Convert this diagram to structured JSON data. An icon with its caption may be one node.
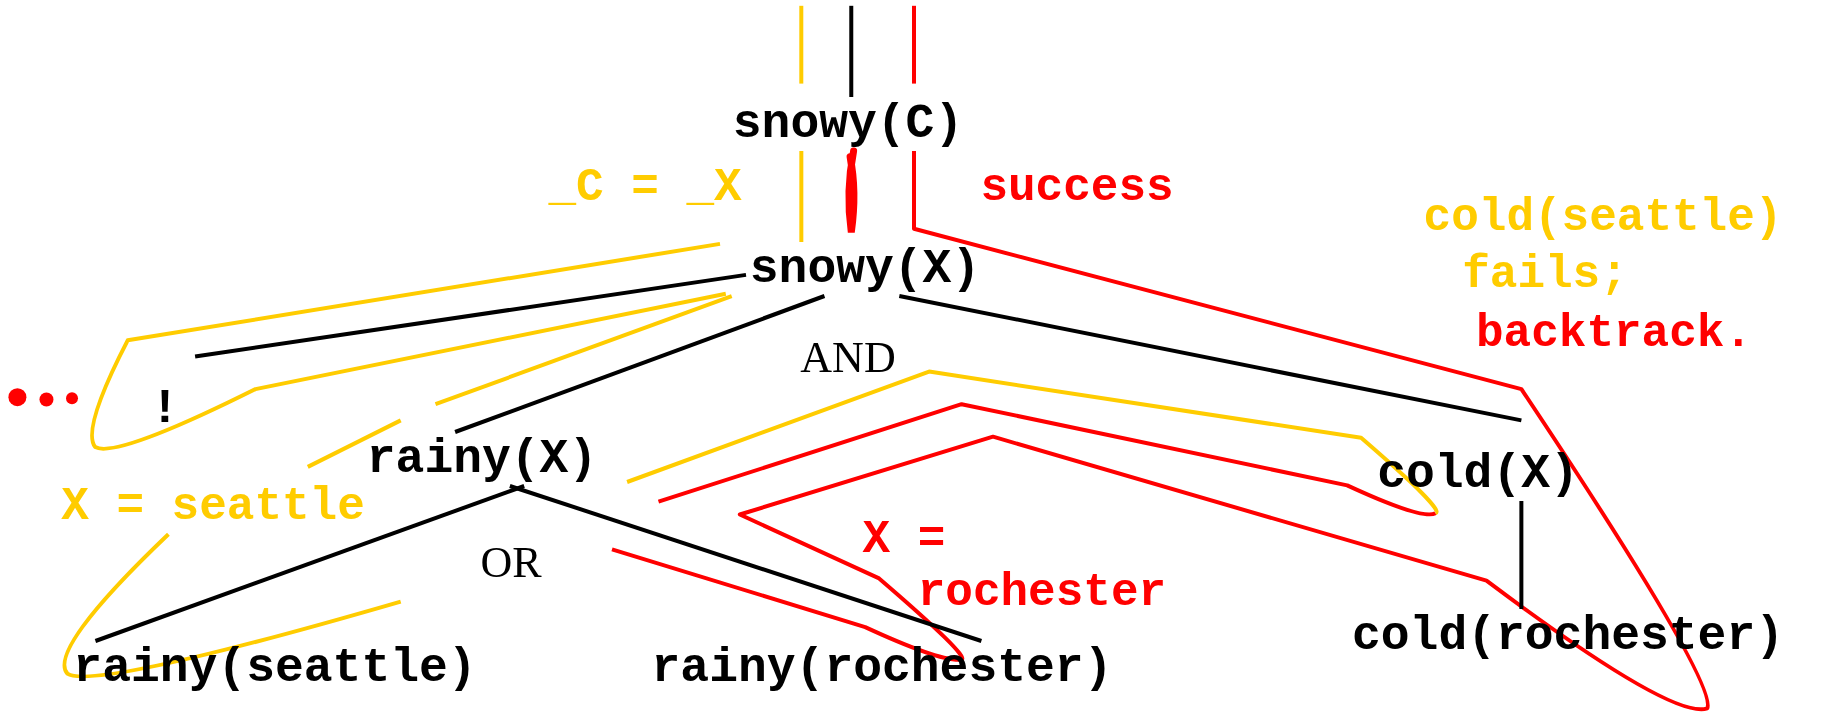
{
  "diagram": {
    "nodes": [
      {
        "text": [
          "snowy(C)"
        ]
      },
      {
        "text": [
          "snowy(X)"
        ]
      },
      {
        "text": [
          "!"
        ]
      },
      {
        "text": [
          "rainy(X)"
        ]
      },
      {
        "text": [
          "cold(X)"
        ]
      },
      {
        "text": [
          "rainy(seattle)"
        ]
      },
      {
        "text": [
          "rainy(rochester)"
        ]
      },
      {
        "text": [
          "cold(rochester)"
        ]
      }
    ],
    "edges": [
      {
        "from": null,
        "to": 0,
        "arrow": "none"
      },
      {
        "from": 0,
        "to": 1,
        "arrow": "none",
        "color": "#ffcc00"
      },
      {
        "from": 1,
        "to": 2,
        "arrow": "none"
      },
      {
        "from": 1,
        "to": 3,
        "arrow": "none"
      },
      {
        "from": 1,
        "to": 4,
        "arrow": "none"
      },
      {
        "from": 3,
        "to": 5,
        "arrow": "none"
      },
      {
        "from": 3,
        "to": 6,
        "arrow": "none"
      },
      {
        "from": 4,
        "to": 7,
        "arrow": "none"
      }
    ],
    "labels": [
      "_C = _X",
      "success",
      "cold(seattle)",
      "fails;",
      "backtrack.",
      "AND",
      "X = seattle",
      "OR",
      "X = rochester"
    ]
  }
}
